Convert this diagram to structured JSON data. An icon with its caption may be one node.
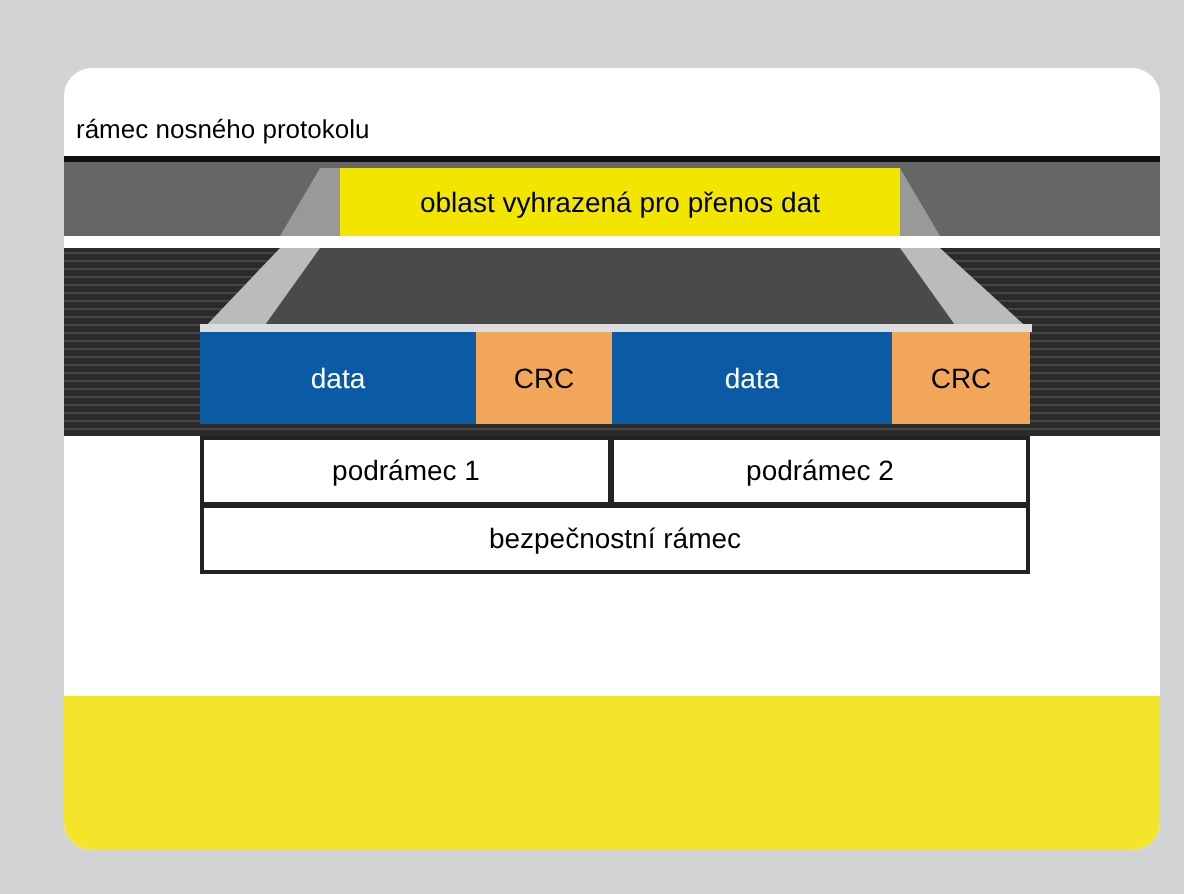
{
  "diagram": {
    "nodes": [
      {
        "text": [
          "oblast vyhrazená pro přenos dat"
        ]
      },
      {
        "text": [
          "data"
        ]
      },
      {
        "text": [
          "CRC"
        ]
      },
      {
        "text": [
          "data"
        ]
      },
      {
        "text": [
          "CRC"
        ]
      },
      {
        "text": [
          "podrámec 1"
        ]
      },
      {
        "text": [
          "podrámec 2"
        ]
      },
      {
        "text": [
          "bezpečnostní rámec"
        ]
      }
    ],
    "labels": [
      "rámec nosného protokolu"
    ]
  }
}
